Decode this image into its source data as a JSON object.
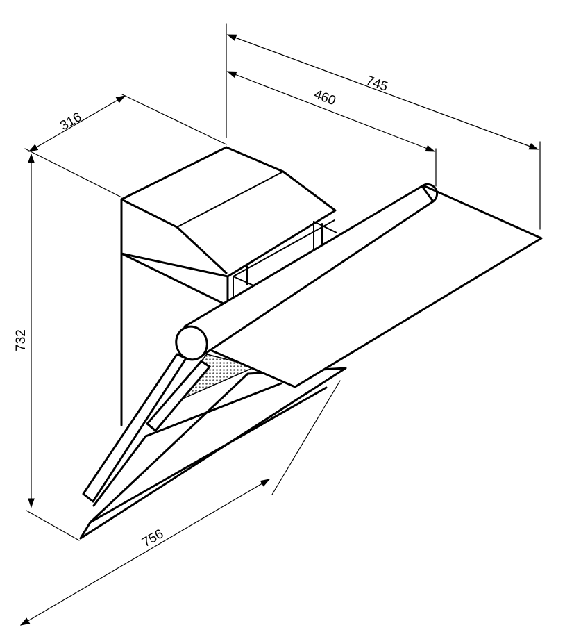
{
  "diagram": {
    "subject": "angled-cooker-hood",
    "dimensions": [
      {
        "id": "overall-depth",
        "label": "745"
      },
      {
        "id": "chimney-depth",
        "label": "460"
      },
      {
        "id": "chimney-width",
        "label": "316"
      },
      {
        "id": "height",
        "label": "732"
      },
      {
        "id": "width",
        "label": "756"
      }
    ],
    "colors": {
      "line": "#000000",
      "background": "#ffffff",
      "filter_mesh": "#555555"
    }
  }
}
